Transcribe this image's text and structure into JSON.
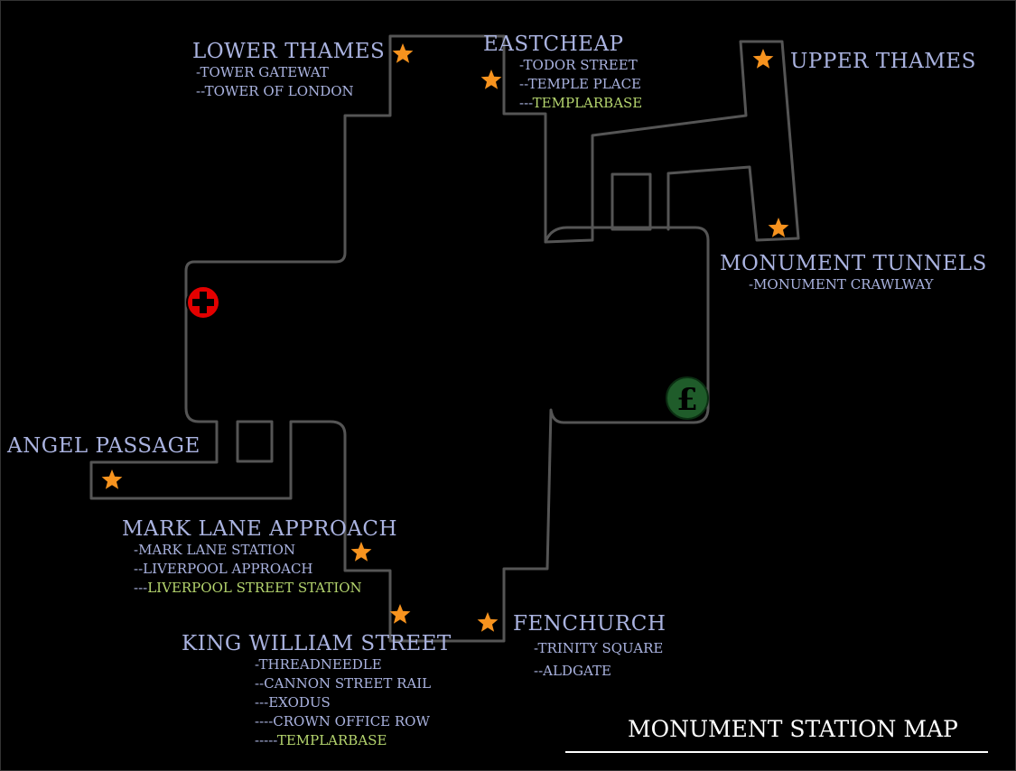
{
  "map_title": "MONUMENT STATION MAP",
  "colors": {
    "background": "#000000",
    "walls": "#555555",
    "region_text": "#aab3e0",
    "highlight_text": "#b5d56e",
    "star": "#f7931e",
    "health_marker": "#e30000",
    "shop_marker": "#1f5c2a"
  },
  "markers": {
    "health": {
      "icon": "red-cross-icon"
    },
    "shop": {
      "icon": "pound-sign-icon",
      "symbol": "£"
    },
    "objective": {
      "icon": "star-icon"
    }
  },
  "regions": {
    "lower_thames": {
      "name": "LOWER THAMES",
      "subs": [
        "-TOWER GATEWAT",
        "--TOWER OF LONDON"
      ]
    },
    "eastcheap": {
      "name": "EASTCHEAP",
      "subs": [
        "-TODOR STREET",
        "--TEMPLE PLACE"
      ],
      "hl_prefix": "---",
      "hl_text": "TEMPLARBASE"
    },
    "upper_thames": {
      "name": "UPPER THAMES"
    },
    "monument_tunnels": {
      "name": "MONUMENT TUNNELS",
      "subs": [
        "-MONUMENT CRAWLWAY"
      ]
    },
    "angel_passage": {
      "name": "ANGEL PASSAGE"
    },
    "mark_lane": {
      "name": "MARK LANE APPROACH",
      "subs": [
        "-MARK LANE STATION",
        "--LIVERPOOL APPROACH"
      ],
      "hl_prefix": "---",
      "hl_text": "LIVERPOOL STREET STATION"
    },
    "king_william": {
      "name": "KING WILLIAM STREET",
      "subs": [
        "-THREADNEEDLE",
        "--CANNON STREET RAIL",
        "---EXODUS",
        "----CROWN OFFICE ROW"
      ],
      "hl_prefix": "-----",
      "hl_text": "TEMPLARBASE"
    },
    "fenchurch": {
      "name": "FENCHURCH",
      "subs": [
        "-TRINITY SQUARE",
        "--ALDGATE"
      ]
    }
  }
}
